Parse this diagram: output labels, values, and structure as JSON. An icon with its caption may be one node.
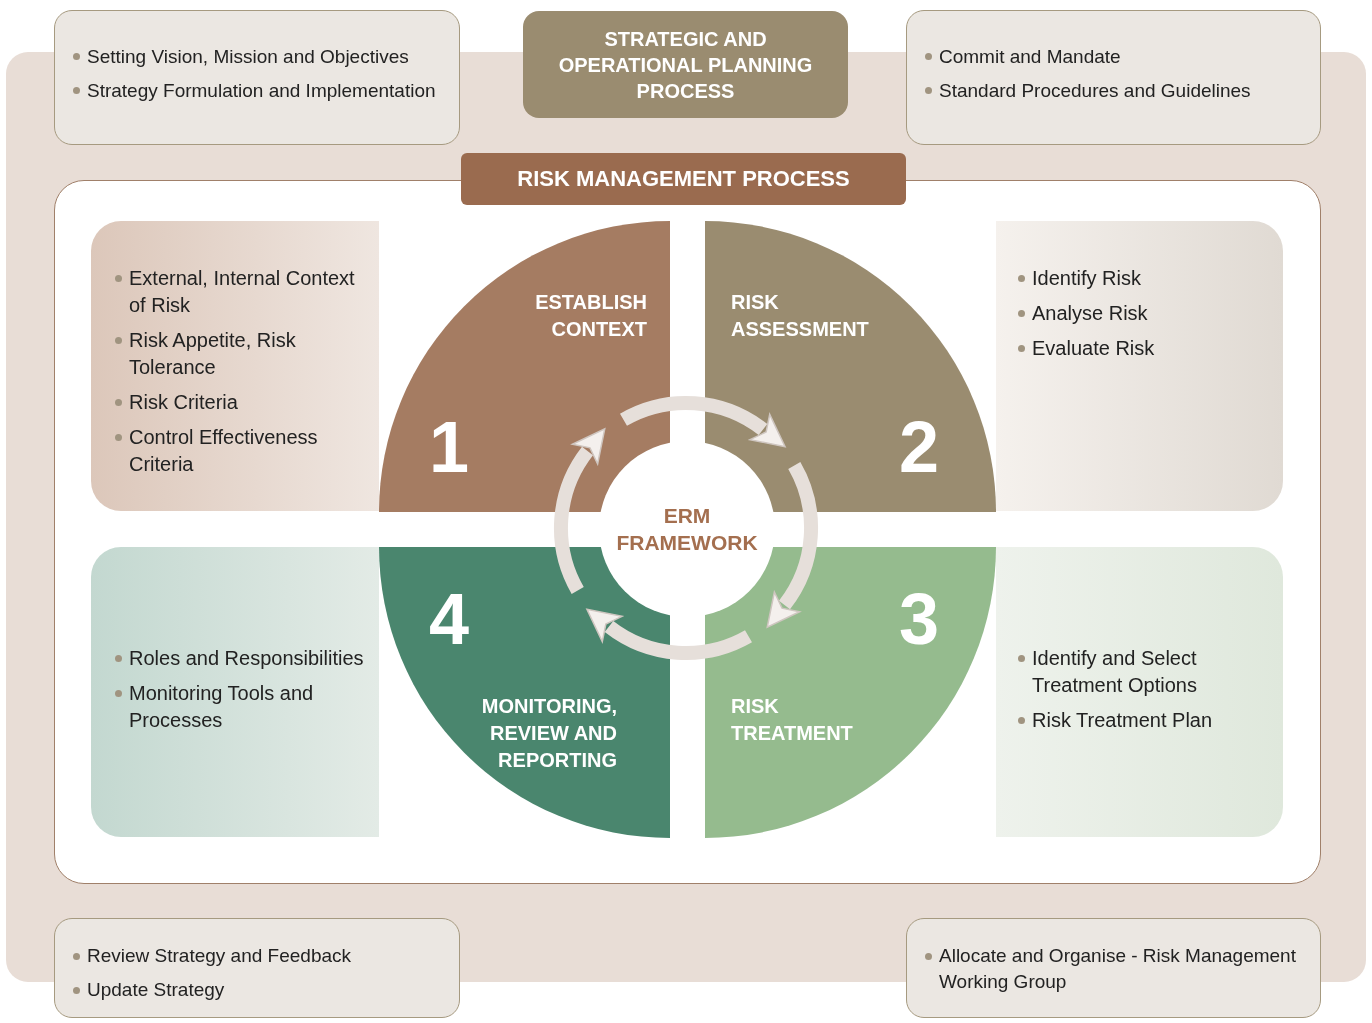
{
  "diagram": {
    "nodes": [
      {
        "text": [
          "STRATEGIC AND OPERATIONAL PLANNING PROCESS"
        ]
      },
      {
        "text": [
          "Setting Vision, Mission and Objectives",
          "Strategy Formulation and Implementation"
        ]
      },
      {
        "text": [
          "Commit and Mandate",
          "Standard Procedures and Guidelines"
        ]
      },
      {
        "text": [
          "RISK MANAGEMENT PROCESS"
        ]
      },
      {
        "text": [
          "External, Internal Context of Risk",
          "Risk Appetite, Risk Tolerance",
          "Risk Criteria",
          "Control Effectiveness Criteria"
        ],
        "in": 3
      },
      {
        "text": [
          "ESTABLISH CONTEXT",
          "1"
        ],
        "in": 3
      },
      {
        "text": [
          "RISK ASSESSMENT",
          "2"
        ],
        "in": 3
      },
      {
        "text": [
          "Identify Risk",
          "Analyse Risk",
          "Evaluate Risk"
        ],
        "in": 3
      },
      {
        "text": [
          "Roles and Responsibilities",
          "Monitoring Tools and Processes"
        ],
        "in": 3
      },
      {
        "text": [
          "MONITORING, REVIEW AND REPORTING",
          "4"
        ],
        "in": 3
      },
      {
        "text": [
          "RISK TREATMENT",
          "3"
        ],
        "in": 3
      },
      {
        "text": [
          "Identify and Select Treatment Options",
          "Risk Treatment Plan"
        ],
        "in": 3
      },
      {
        "text": [
          "ERM FRAMEWORK"
        ],
        "in": 3
      },
      {
        "text": [
          "Review Strategy and Feedback",
          "Update Strategy"
        ]
      },
      {
        "text": [
          "Allocate and Organise - Risk Management Working Group"
        ]
      }
    ],
    "edges": [
      {
        "from": 9,
        "to": 5,
        "arrow": "to"
      },
      {
        "from": 5,
        "to": 6,
        "arrow": "to"
      },
      {
        "from": 6,
        "to": 10,
        "arrow": "to"
      },
      {
        "from": 10,
        "to": 9,
        "arrow": "to"
      }
    ]
  }
}
